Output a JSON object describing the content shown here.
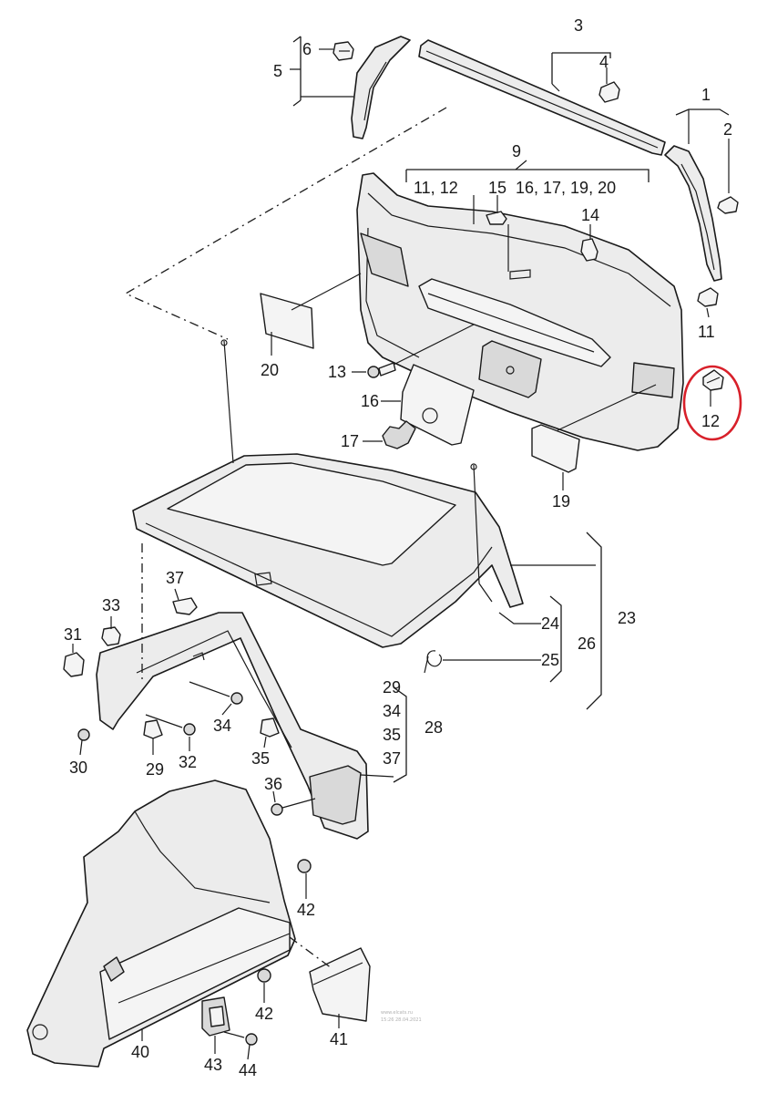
{
  "callouts": [
    {
      "id": "l1",
      "text": "1"
    },
    {
      "id": "l2",
      "text": "2"
    },
    {
      "id": "l3",
      "text": "3"
    },
    {
      "id": "l4",
      "text": "4"
    },
    {
      "id": "l5",
      "text": "5"
    },
    {
      "id": "l6",
      "text": "6"
    },
    {
      "id": "l9",
      "text": "9"
    },
    {
      "id": "l9a",
      "text": "11, 12"
    },
    {
      "id": "l9b",
      "text": "15"
    },
    {
      "id": "l9c",
      "text": "16, 17, 19, 20"
    },
    {
      "id": "l14",
      "text": "14"
    },
    {
      "id": "l11",
      "text": "11"
    },
    {
      "id": "l12",
      "text": "12"
    },
    {
      "id": "l13",
      "text": "13"
    },
    {
      "id": "l16",
      "text": "16"
    },
    {
      "id": "l17",
      "text": "17"
    },
    {
      "id": "l19",
      "text": "19"
    },
    {
      "id": "l20",
      "text": "20"
    },
    {
      "id": "l23",
      "text": "23"
    },
    {
      "id": "l24",
      "text": "24"
    },
    {
      "id": "l25",
      "text": "25"
    },
    {
      "id": "l26",
      "text": "26"
    },
    {
      "id": "l28",
      "text": "28"
    },
    {
      "id": "l28a",
      "text": "29"
    },
    {
      "id": "l28b",
      "text": "34"
    },
    {
      "id": "l28c",
      "text": "35"
    },
    {
      "id": "l28d",
      "text": "37"
    },
    {
      "id": "l29",
      "text": "29"
    },
    {
      "id": "l30",
      "text": "30"
    },
    {
      "id": "l31",
      "text": "31"
    },
    {
      "id": "l32",
      "text": "32"
    },
    {
      "id": "l33",
      "text": "33"
    },
    {
      "id": "l34",
      "text": "34"
    },
    {
      "id": "l35",
      "text": "35"
    },
    {
      "id": "l36",
      "text": "36"
    },
    {
      "id": "l37",
      "text": "37"
    },
    {
      "id": "l40",
      "text": "40"
    },
    {
      "id": "l41",
      "text": "41"
    },
    {
      "id": "l42a",
      "text": "42"
    },
    {
      "id": "l42b",
      "text": "42"
    },
    {
      "id": "l43",
      "text": "43"
    },
    {
      "id": "l44",
      "text": "44"
    }
  ],
  "highlight": {
    "target": "12",
    "color": "#d8202a"
  },
  "watermark": {
    "line1": "www.elcats.ru",
    "line2": "15:26 28.04.2021"
  }
}
